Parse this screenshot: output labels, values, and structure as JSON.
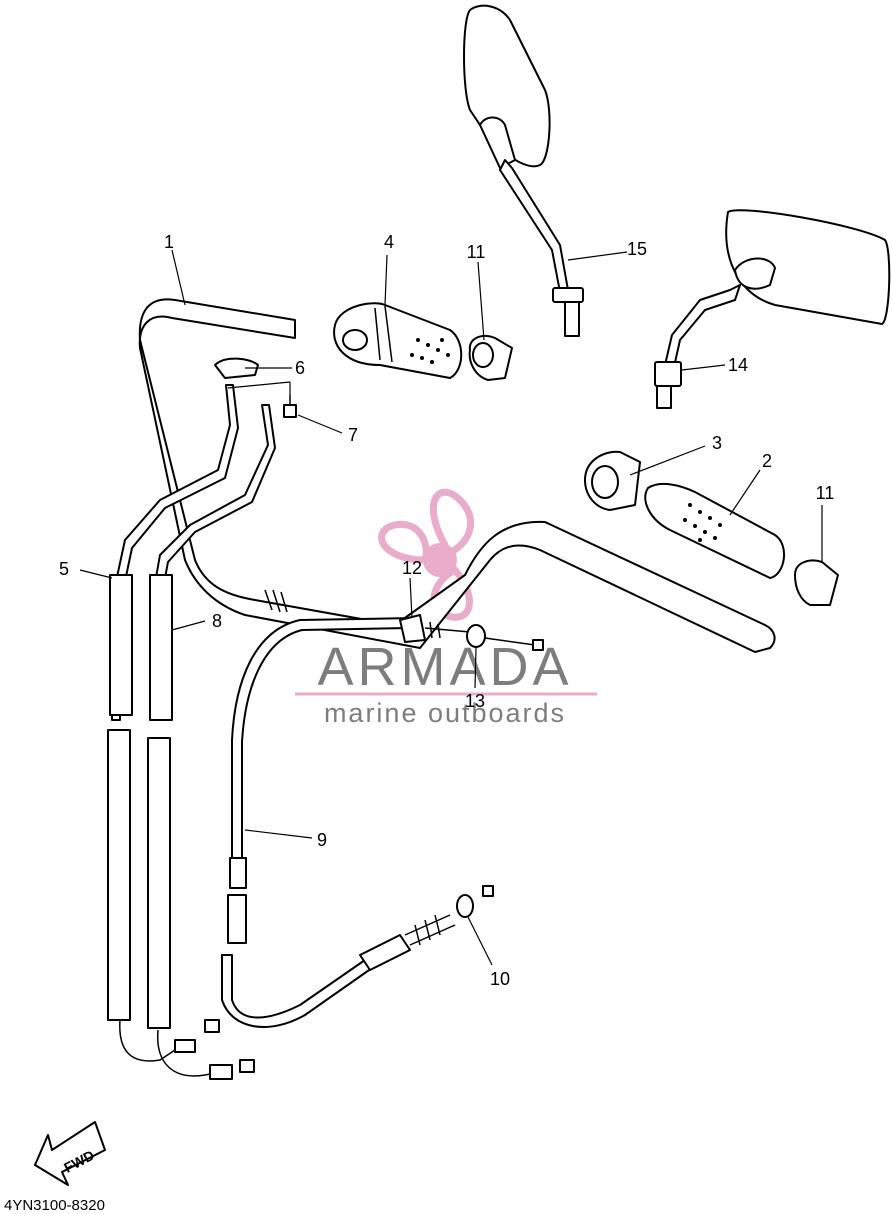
{
  "callouts": [
    {
      "id": "1",
      "text": "1"
    },
    {
      "id": "2",
      "text": "2"
    },
    {
      "id": "3",
      "text": "3"
    },
    {
      "id": "4",
      "text": "4"
    },
    {
      "id": "5",
      "text": "5"
    },
    {
      "id": "6",
      "text": "6"
    },
    {
      "id": "7",
      "text": "7"
    },
    {
      "id": "8",
      "text": "8"
    },
    {
      "id": "9",
      "text": "9"
    },
    {
      "id": "10",
      "text": "10"
    },
    {
      "id": "11a",
      "text": "11"
    },
    {
      "id": "11b",
      "text": "11"
    },
    {
      "id": "12",
      "text": "12"
    },
    {
      "id": "13",
      "text": "13"
    },
    {
      "id": "14",
      "text": "14"
    },
    {
      "id": "15",
      "text": "15"
    }
  ],
  "diagram_code": "4YN3100-8320",
  "fwd_label": "FWD",
  "watermark": {
    "title": "ARMADA",
    "subtitle": "marine outboards",
    "accent_color": "#e8a8c8"
  }
}
